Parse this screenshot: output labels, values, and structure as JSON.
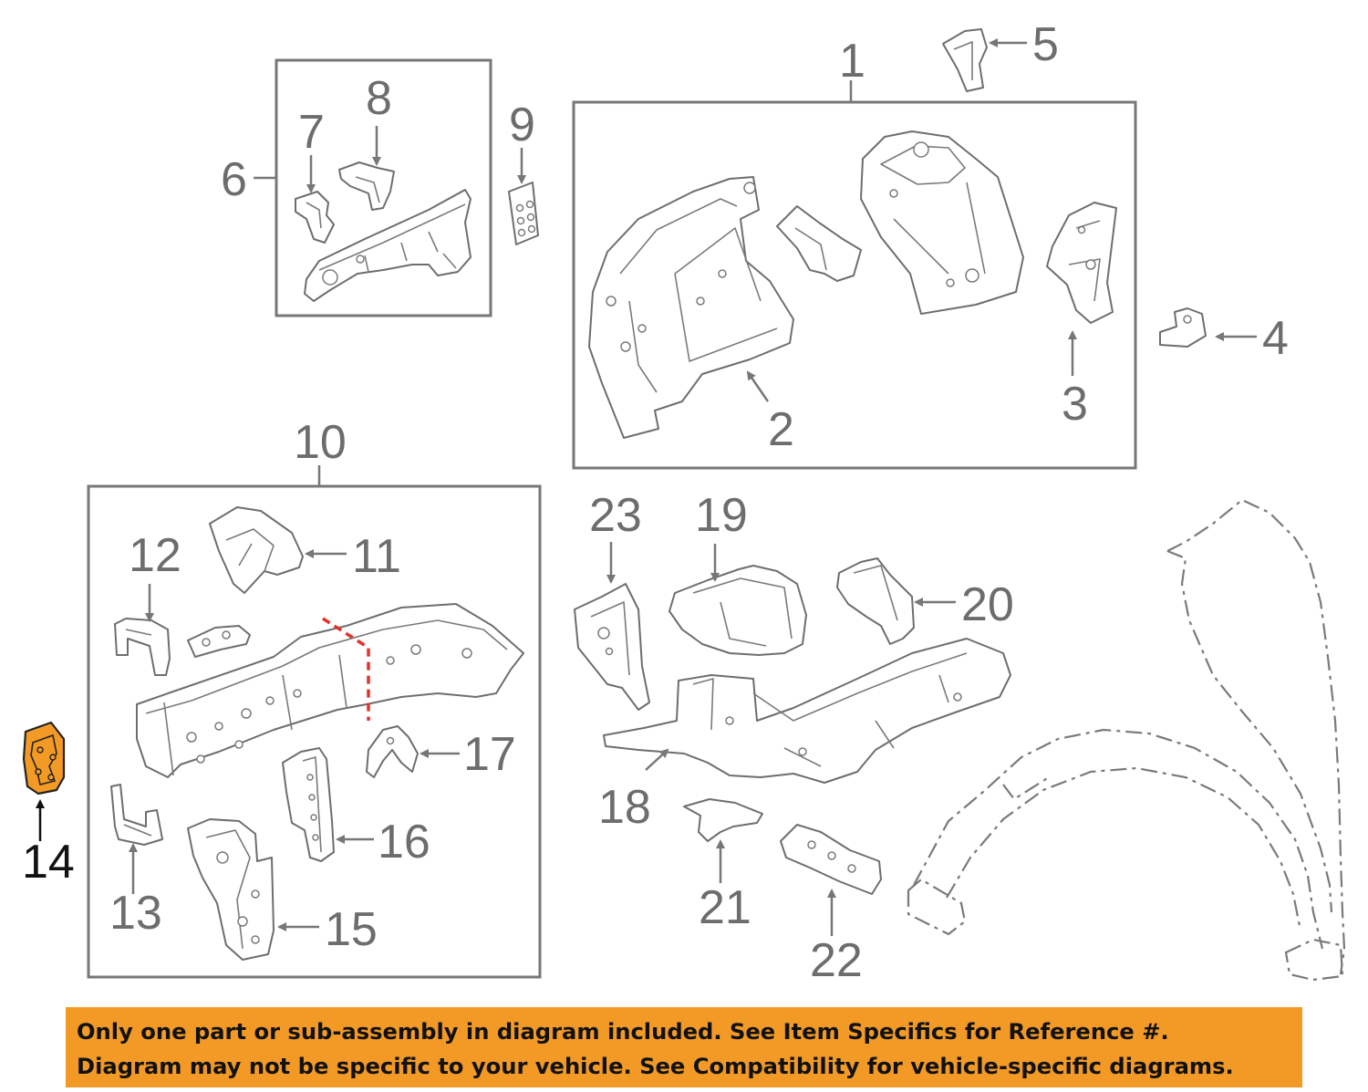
{
  "callouts": {
    "c1": "1",
    "c2": "2",
    "c3": "3",
    "c4": "4",
    "c5": "5",
    "c6": "6",
    "c7": "7",
    "c8": "8",
    "c9": "9",
    "c10": "10",
    "c11": "11",
    "c12": "12",
    "c13": "13",
    "c14": "14",
    "c15": "15",
    "c16": "16",
    "c17": "17",
    "c18": "18",
    "c19": "19",
    "c20": "20",
    "c21": "21",
    "c22": "22",
    "c23": "23"
  },
  "highlight": {
    "part": "14",
    "color": "#f39a26"
  },
  "banner": {
    "line1": "Only one part or sub-assembly in diagram included. See Item Specifics for Reference #.",
    "line2": "Diagram may not be specific to your vehicle. See Compatibility for vehicle-specific diagrams.",
    "background": "#f39a26"
  },
  "colors": {
    "line_art": "#6e6e6e",
    "cut_line": "#e4322b"
  }
}
